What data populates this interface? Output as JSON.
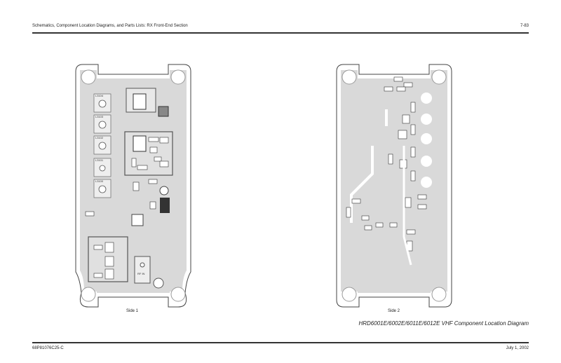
{
  "header": {
    "section_title": "Schematics, Component Location Diagrams, and Parts Lists: RX Front-End Section",
    "page_number": "7-83"
  },
  "diagrams": [
    {
      "caption": "Side 1",
      "labels": [
        "L3104",
        "L3103",
        "L3102",
        "L3101",
        "L3100",
        "RF IN"
      ]
    },
    {
      "caption": "Side 2",
      "labels": []
    }
  ],
  "figure_title": "HRD6001E/6002E/6011E/6012E VHF Component Location Diagram",
  "footer": {
    "doc_number": "68P81076C25-C",
    "date": "July 1, 2002"
  }
}
